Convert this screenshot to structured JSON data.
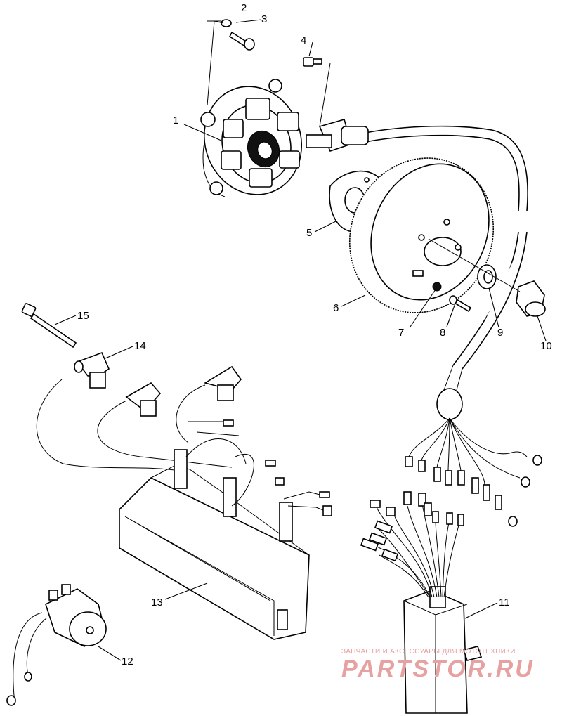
{
  "callouts": [
    {
      "id": "1",
      "label": "1"
    },
    {
      "id": "2",
      "label": "2"
    },
    {
      "id": "3",
      "label": "3"
    },
    {
      "id": "4",
      "label": "4"
    },
    {
      "id": "5",
      "label": "5"
    },
    {
      "id": "6",
      "label": "6"
    },
    {
      "id": "7",
      "label": "7"
    },
    {
      "id": "8",
      "label": "8"
    },
    {
      "id": "9",
      "label": "9"
    },
    {
      "id": "10",
      "label": "10"
    },
    {
      "id": "11",
      "label": "11"
    },
    {
      "id": "12",
      "label": "12"
    },
    {
      "id": "13",
      "label": "13"
    },
    {
      "id": "14",
      "label": "14"
    },
    {
      "id": "15",
      "label": "15"
    }
  ],
  "watermark": {
    "line1": "ЗАПЧАСТИ И АКСЕССУАРЫ ДЛЯ МОТОТЕХНИКИ",
    "line2": "PARTSTOR.RU",
    "color": "#e7a1a1"
  }
}
